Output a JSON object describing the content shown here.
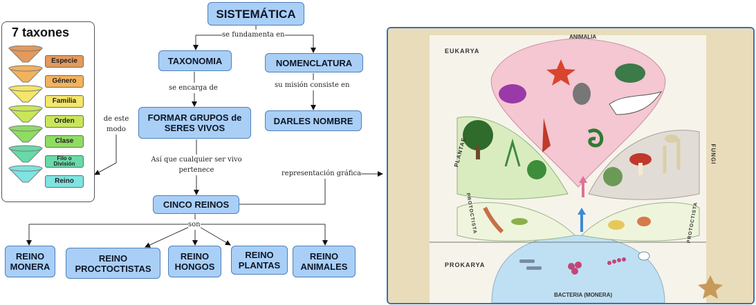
{
  "nodes": {
    "sistematica": "SISTEMÁTICA",
    "taxonomia": "TAXONOMIA",
    "nomenclatura": "NOMENCLATURA",
    "formar": "FORMAR GRUPOS de SERES VIVOS",
    "darles": "DARLES NOMBRE",
    "cinco": "CINCO REINOS",
    "monera": "REINO MONERA",
    "proctoctistas": "REINO PROCTOCTISTAS",
    "hongos": "REINO HONGOS",
    "plantas": "REINO PLANTAS",
    "animales": "REINO ANIMALES"
  },
  "links": {
    "fundamenta": "se fundamenta en",
    "encarga": "se encarga de",
    "mision": "su misión consiste en",
    "modo": "de este modo",
    "asi": "Así que cualquier ser vivo pertenece",
    "representacion": "representación gráfica",
    "son": "son"
  },
  "taxa": {
    "title": "7 taxones",
    "levels": [
      "Especie",
      "Género",
      "Familia",
      "Orden",
      "Clase",
      "Filo o División",
      "Reino"
    ],
    "colors": [
      "#e39a5c",
      "#f2b25e",
      "#f4e66a",
      "#c9e65a",
      "#8fdc63",
      "#68d9a8",
      "#7fe3e0"
    ]
  },
  "kingdom_image": {
    "eukarya": "EUKARYA",
    "prokarya": "PROKARYA",
    "animalia": "ANIMALIA",
    "plantae": "PLANTAE",
    "fungi": "FUNGI",
    "protoctista": "PROTOCTISTA",
    "bacteria": "BACTERIA (MONERA)"
  },
  "colors": {
    "node_fill": "#a9cff7",
    "node_border": "#4d7fb6",
    "frame_border": "#3b6fb0",
    "animalia": "#f4c7d2",
    "plantae": "#d9ecc0",
    "fungi": "#e2dcd6",
    "protoctista": "#eef5dc",
    "bacteria": "#bfe0f3"
  }
}
